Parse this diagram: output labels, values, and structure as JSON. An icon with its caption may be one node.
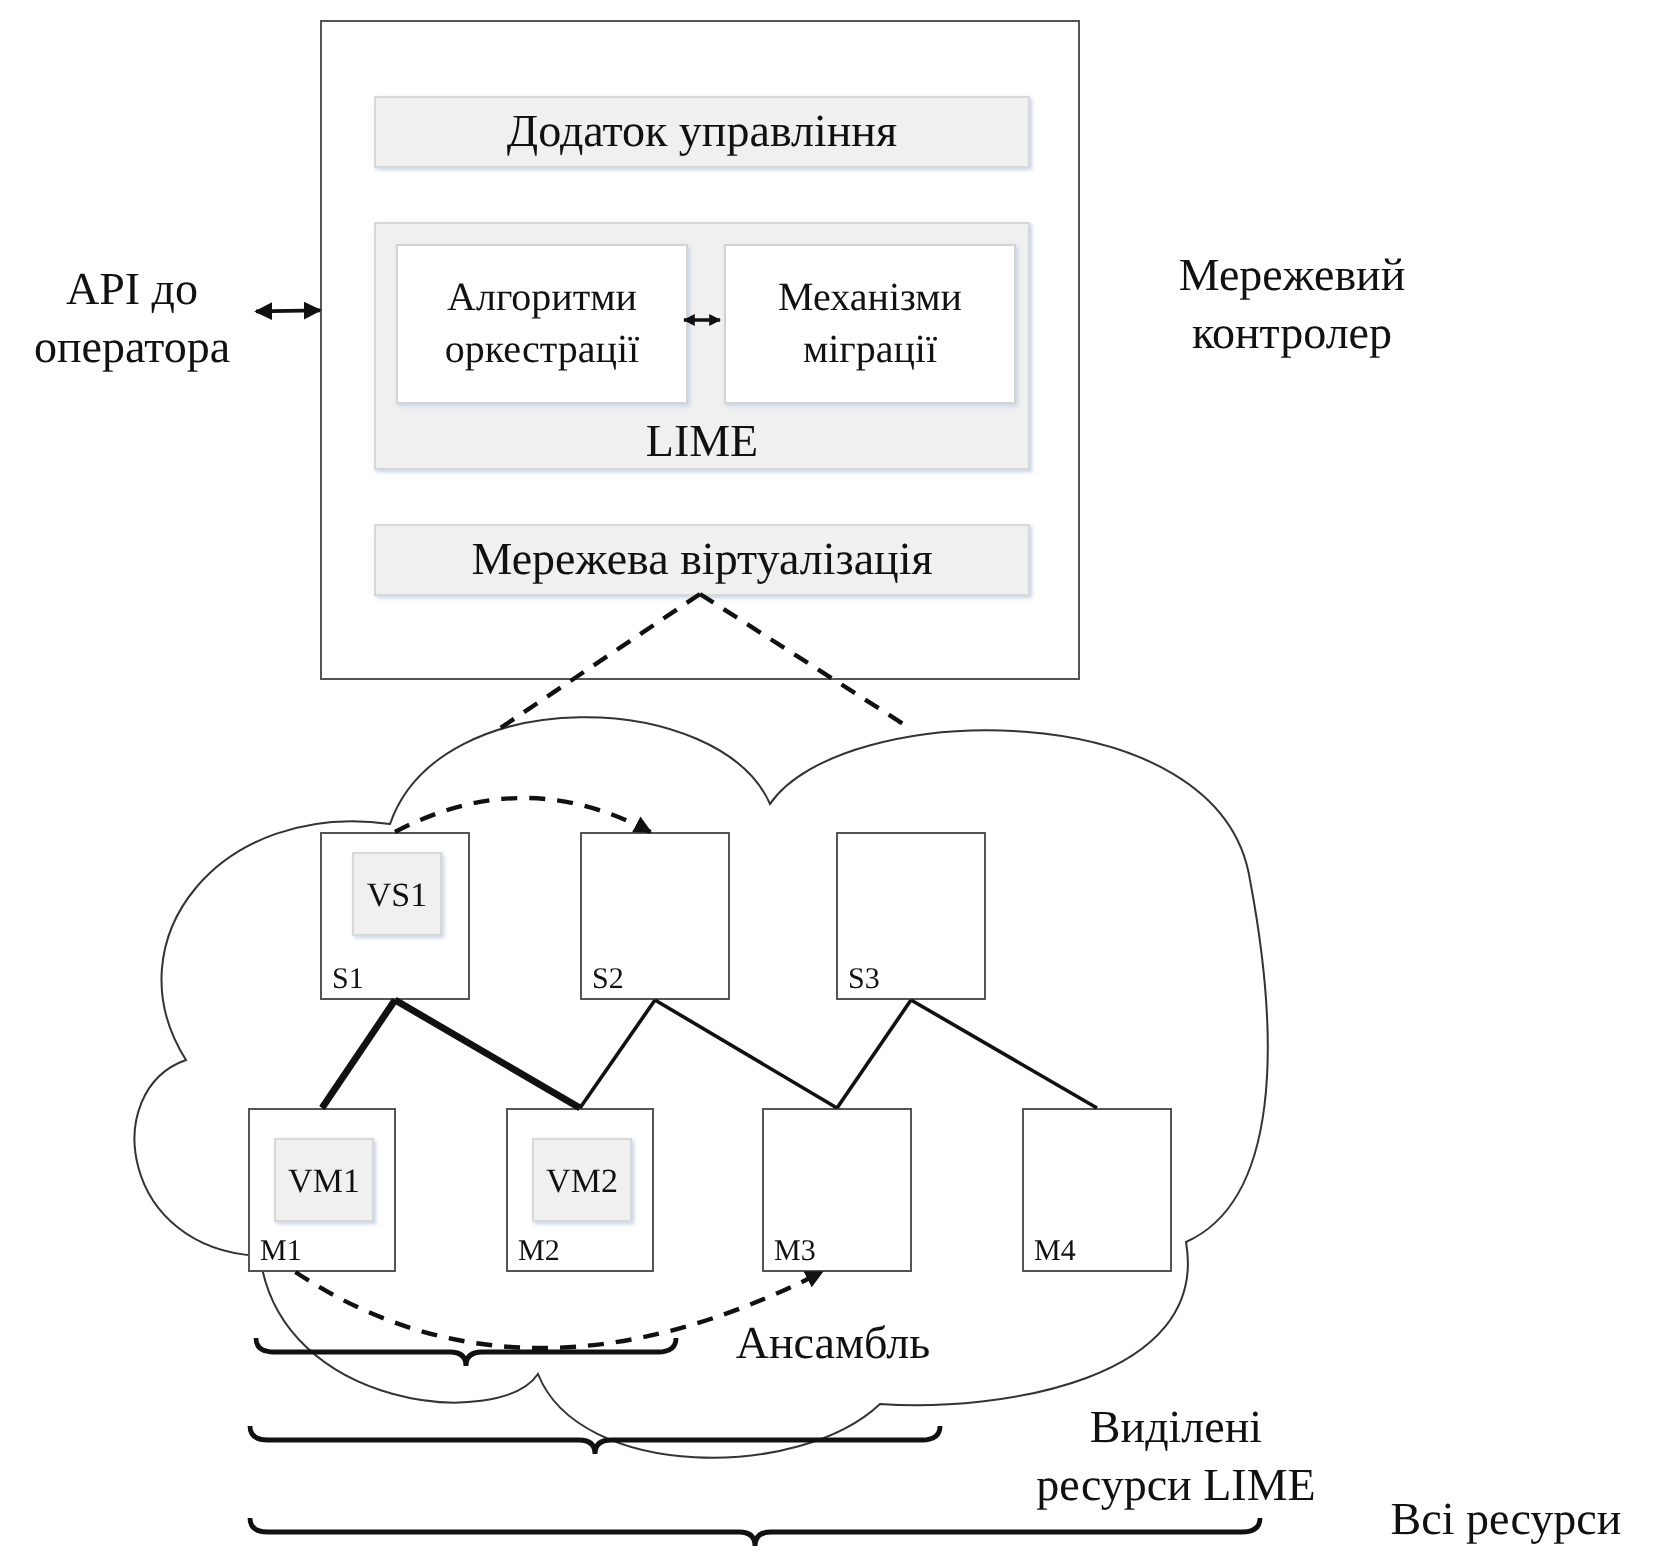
{
  "diagram": {
    "nodes": [
      {
        "text": [],
        "shape": "box",
        "beside": [
          "Мережевий контролер"
        ]
      },
      {
        "text": [
          "Додаток управління"
        ],
        "in": 0
      },
      {
        "text": [
          "LIME"
        ],
        "in": 0
      },
      {
        "text": [
          "Алгоритми оркестрації"
        ],
        "in": 2
      },
      {
        "text": [
          "Механізми міграції"
        ],
        "in": 2
      },
      {
        "text": [
          "Мережева віртуалізація"
        ],
        "in": 0
      },
      {
        "text": [
          "API до оператора"
        ]
      },
      {
        "text": [],
        "shape": "cloud"
      },
      {
        "text": [
          "S1"
        ],
        "in": 7
      },
      {
        "text": [
          "VS1"
        ],
        "in": 8
      },
      {
        "text": [
          "S2"
        ],
        "in": 7
      },
      {
        "text": [
          "S3"
        ],
        "in": 7
      },
      {
        "text": [
          "M1"
        ],
        "in": 7
      },
      {
        "text": [
          "VM1"
        ],
        "in": 12
      },
      {
        "text": [
          "M2"
        ],
        "in": 7
      },
      {
        "text": [
          "VM2"
        ],
        "in": 14
      },
      {
        "text": [
          "M3"
        ],
        "in": 7
      },
      {
        "text": [
          "M4"
        ],
        "in": 7
      }
    ],
    "edges": [
      {
        "from": 6,
        "to": 0,
        "arrow": "both"
      },
      {
        "from": 3,
        "to": 4,
        "arrow": "both"
      },
      {
        "from": 5,
        "to": 7,
        "arrow": "none",
        "style": "dashed"
      },
      {
        "from": 5,
        "to": 7,
        "arrow": "none",
        "style": "dashed"
      },
      {
        "from": 8,
        "to": 10,
        "arrow": "to",
        "style": "dashed"
      },
      {
        "from": 8,
        "to": 12,
        "arrow": "none",
        "style": "thick"
      },
      {
        "from": 8,
        "to": 14,
        "arrow": "none",
        "style": "thick"
      },
      {
        "from": 10,
        "to": 14,
        "arrow": "none"
      },
      {
        "from": 10,
        "to": 16,
        "arrow": "none"
      },
      {
        "from": 11,
        "to": 16,
        "arrow": "none"
      },
      {
        "from": 11,
        "to": 17,
        "arrow": "none"
      },
      {
        "from": 12,
        "to": 16,
        "arrow": "to",
        "style": "dashed"
      }
    ],
    "labels": [
      "Ансамбль",
      "Виділені ресурси LIME",
      "Всі ресурси"
    ]
  }
}
